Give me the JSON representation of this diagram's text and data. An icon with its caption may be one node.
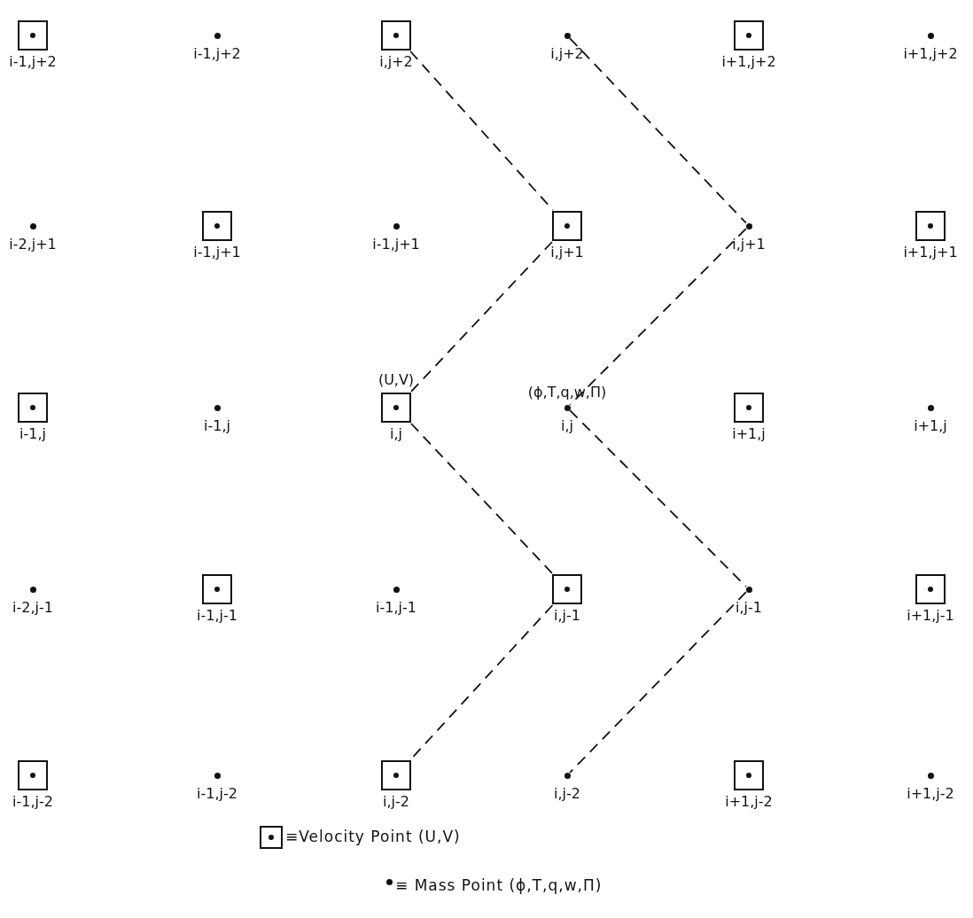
{
  "diagram": {
    "nodes": [
      {
        "text": [],
        "shape": "box",
        "beside": [
          "i-1,j+2"
        ]
      },
      {
        "text": [],
        "shape": "dot",
        "beside": [
          "i-1,j+2"
        ]
      },
      {
        "text": [],
        "shape": "box",
        "beside": [
          "i,j+2"
        ]
      },
      {
        "text": [],
        "shape": "dot",
        "beside": [
          "i,j+2"
        ]
      },
      {
        "text": [],
        "shape": "box",
        "beside": [
          "i+1,j+2"
        ]
      },
      {
        "text": [],
        "shape": "dot",
        "beside": [
          "i+1,j+2"
        ]
      },
      {
        "text": [],
        "shape": "dot",
        "beside": [
          "i-2,j+1"
        ]
      },
      {
        "text": [],
        "shape": "box",
        "beside": [
          "i-1,j+1"
        ]
      },
      {
        "text": [],
        "shape": "dot",
        "beside": [
          "i-1,j+1"
        ]
      },
      {
        "text": [],
        "shape": "box",
        "beside": [
          "i,j+1"
        ]
      },
      {
        "text": [],
        "shape": "dot",
        "beside": [
          "i,j+1"
        ]
      },
      {
        "text": [],
        "shape": "box",
        "beside": [
          "i+1,j+1"
        ]
      },
      {
        "text": [],
        "shape": "box",
        "beside": [
          "i-1,j"
        ]
      },
      {
        "text": [],
        "shape": "dot",
        "beside": [
          "i-1,j"
        ]
      },
      {
        "text": [],
        "shape": "box",
        "beside": [
          "(U,V)",
          "i,j"
        ]
      },
      {
        "text": [],
        "shape": "dot",
        "beside": [
          "(ϕ,T,q,w,Π)",
          "i,j"
        ]
      },
      {
        "text": [],
        "shape": "box",
        "beside": [
          "i+1,j"
        ]
      },
      {
        "text": [],
        "shape": "dot",
        "beside": [
          "i+1,j"
        ]
      },
      {
        "text": [],
        "shape": "dot",
        "beside": [
          "i-2,j-1"
        ]
      },
      {
        "text": [],
        "shape": "box",
        "beside": [
          "i-1,j-1"
        ]
      },
      {
        "text": [],
        "shape": "dot",
        "beside": [
          "i-1,j-1"
        ]
      },
      {
        "text": [],
        "shape": "box",
        "beside": [
          "i,j-1"
        ]
      },
      {
        "text": [],
        "shape": "dot",
        "beside": [
          "i,j-1"
        ]
      },
      {
        "text": [],
        "shape": "box",
        "beside": [
          "i+1,j-1"
        ]
      },
      {
        "text": [],
        "shape": "box",
        "beside": [
          "i-1,j-2"
        ]
      },
      {
        "text": [],
        "shape": "dot",
        "beside": [
          "i-1,j-2"
        ]
      },
      {
        "text": [],
        "shape": "box",
        "beside": [
          "i,j-2"
        ]
      },
      {
        "text": [],
        "shape": "dot",
        "beside": [
          "i,j-2"
        ]
      },
      {
        "text": [],
        "shape": "box",
        "beside": [
          "i+1,j-2"
        ]
      },
      {
        "text": [],
        "shape": "dot",
        "beside": [
          "i+1,j-2"
        ]
      }
    ],
    "edges": [
      {
        "from": 2,
        "to": 9,
        "arrow": "none",
        "style": "dashed"
      },
      {
        "from": 9,
        "to": 14,
        "arrow": "none",
        "style": "dashed"
      },
      {
        "from": 14,
        "to": 21,
        "arrow": "none",
        "style": "dashed"
      },
      {
        "from": 21,
        "to": 26,
        "arrow": "none",
        "style": "dashed"
      },
      {
        "from": 3,
        "to": 10,
        "arrow": "none",
        "style": "dashed"
      },
      {
        "from": 10,
        "to": 15,
        "arrow": "none",
        "style": "dashed"
      },
      {
        "from": 15,
        "to": 22,
        "arrow": "none",
        "style": "dashed"
      },
      {
        "from": 22,
        "to": 27,
        "arrow": "none",
        "style": "dashed"
      }
    ],
    "legend": [
      {
        "text": "≡Velocity Point (U,V)"
      },
      {
        "text": "≡ Mass Point (ϕ,T,q,w,Π)"
      }
    ]
  }
}
